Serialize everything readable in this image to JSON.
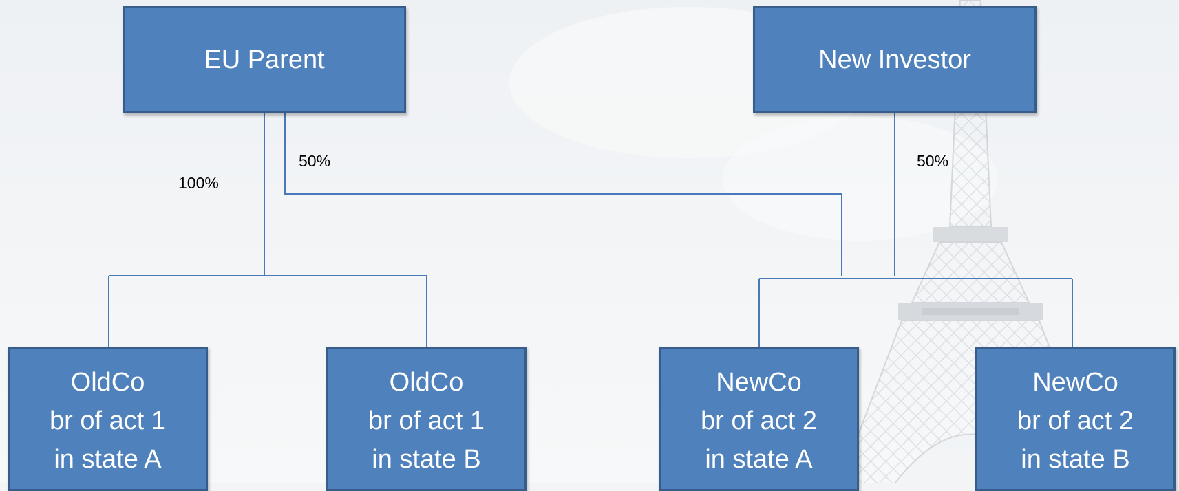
{
  "diagram": {
    "parents": {
      "eu_parent": "EU Parent",
      "new_investor": "New Investor"
    },
    "ownership": {
      "eu_parent_to_oldco": "100%",
      "eu_parent_to_newco": "50%",
      "new_investor_to_newco": "50%"
    },
    "subsidiaries": [
      {
        "line1": "OldCo",
        "line2": "br of act 1",
        "line3": "in state A"
      },
      {
        "line1": "OldCo",
        "line2": "br of act 1",
        "line3": "in state B"
      },
      {
        "line1": "NewCo",
        "line2": "br of act 2",
        "line3": "in state A"
      },
      {
        "line1": "NewCo",
        "line2": "br of act 2",
        "line3": "in state B"
      }
    ]
  },
  "colors": {
    "box_fill": "#4f81bd",
    "box_border": "#385d8a",
    "connector": "#4a78b8",
    "text_on_box": "#ffffff"
  }
}
